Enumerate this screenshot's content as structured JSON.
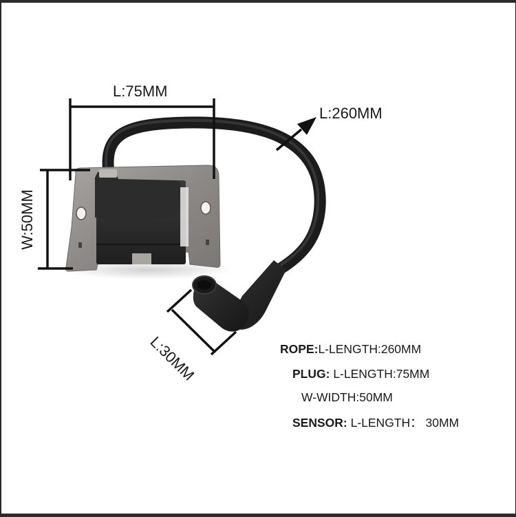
{
  "product": {
    "name": "Ignition Coil",
    "image_alt": "Black ignition coil module with steel mounting bracket and spark plug boot cable"
  },
  "dimensions": {
    "plug_length": "L:75MM",
    "plug_width": "W:50MM",
    "rope_length": "L:260MM",
    "sensor_length": "L:30MM"
  },
  "specs": [
    {
      "key": "ROPE:",
      "value": "L-LENGTH:260MM"
    },
    {
      "key": "PLUG:",
      "value": " L-LENGTH:75MM"
    },
    {
      "key": "",
      "value": "W-WIDTH:50MM"
    },
    {
      "key": "SENSOR:",
      "value": " L-LENGTH： 30MM"
    }
  ],
  "colors": {
    "background": "#ffffff",
    "frame": "#2b2b2b",
    "coil_body": "#2a2a2a",
    "bracket": "#8e8b88",
    "dimension_lines": "#111111"
  }
}
